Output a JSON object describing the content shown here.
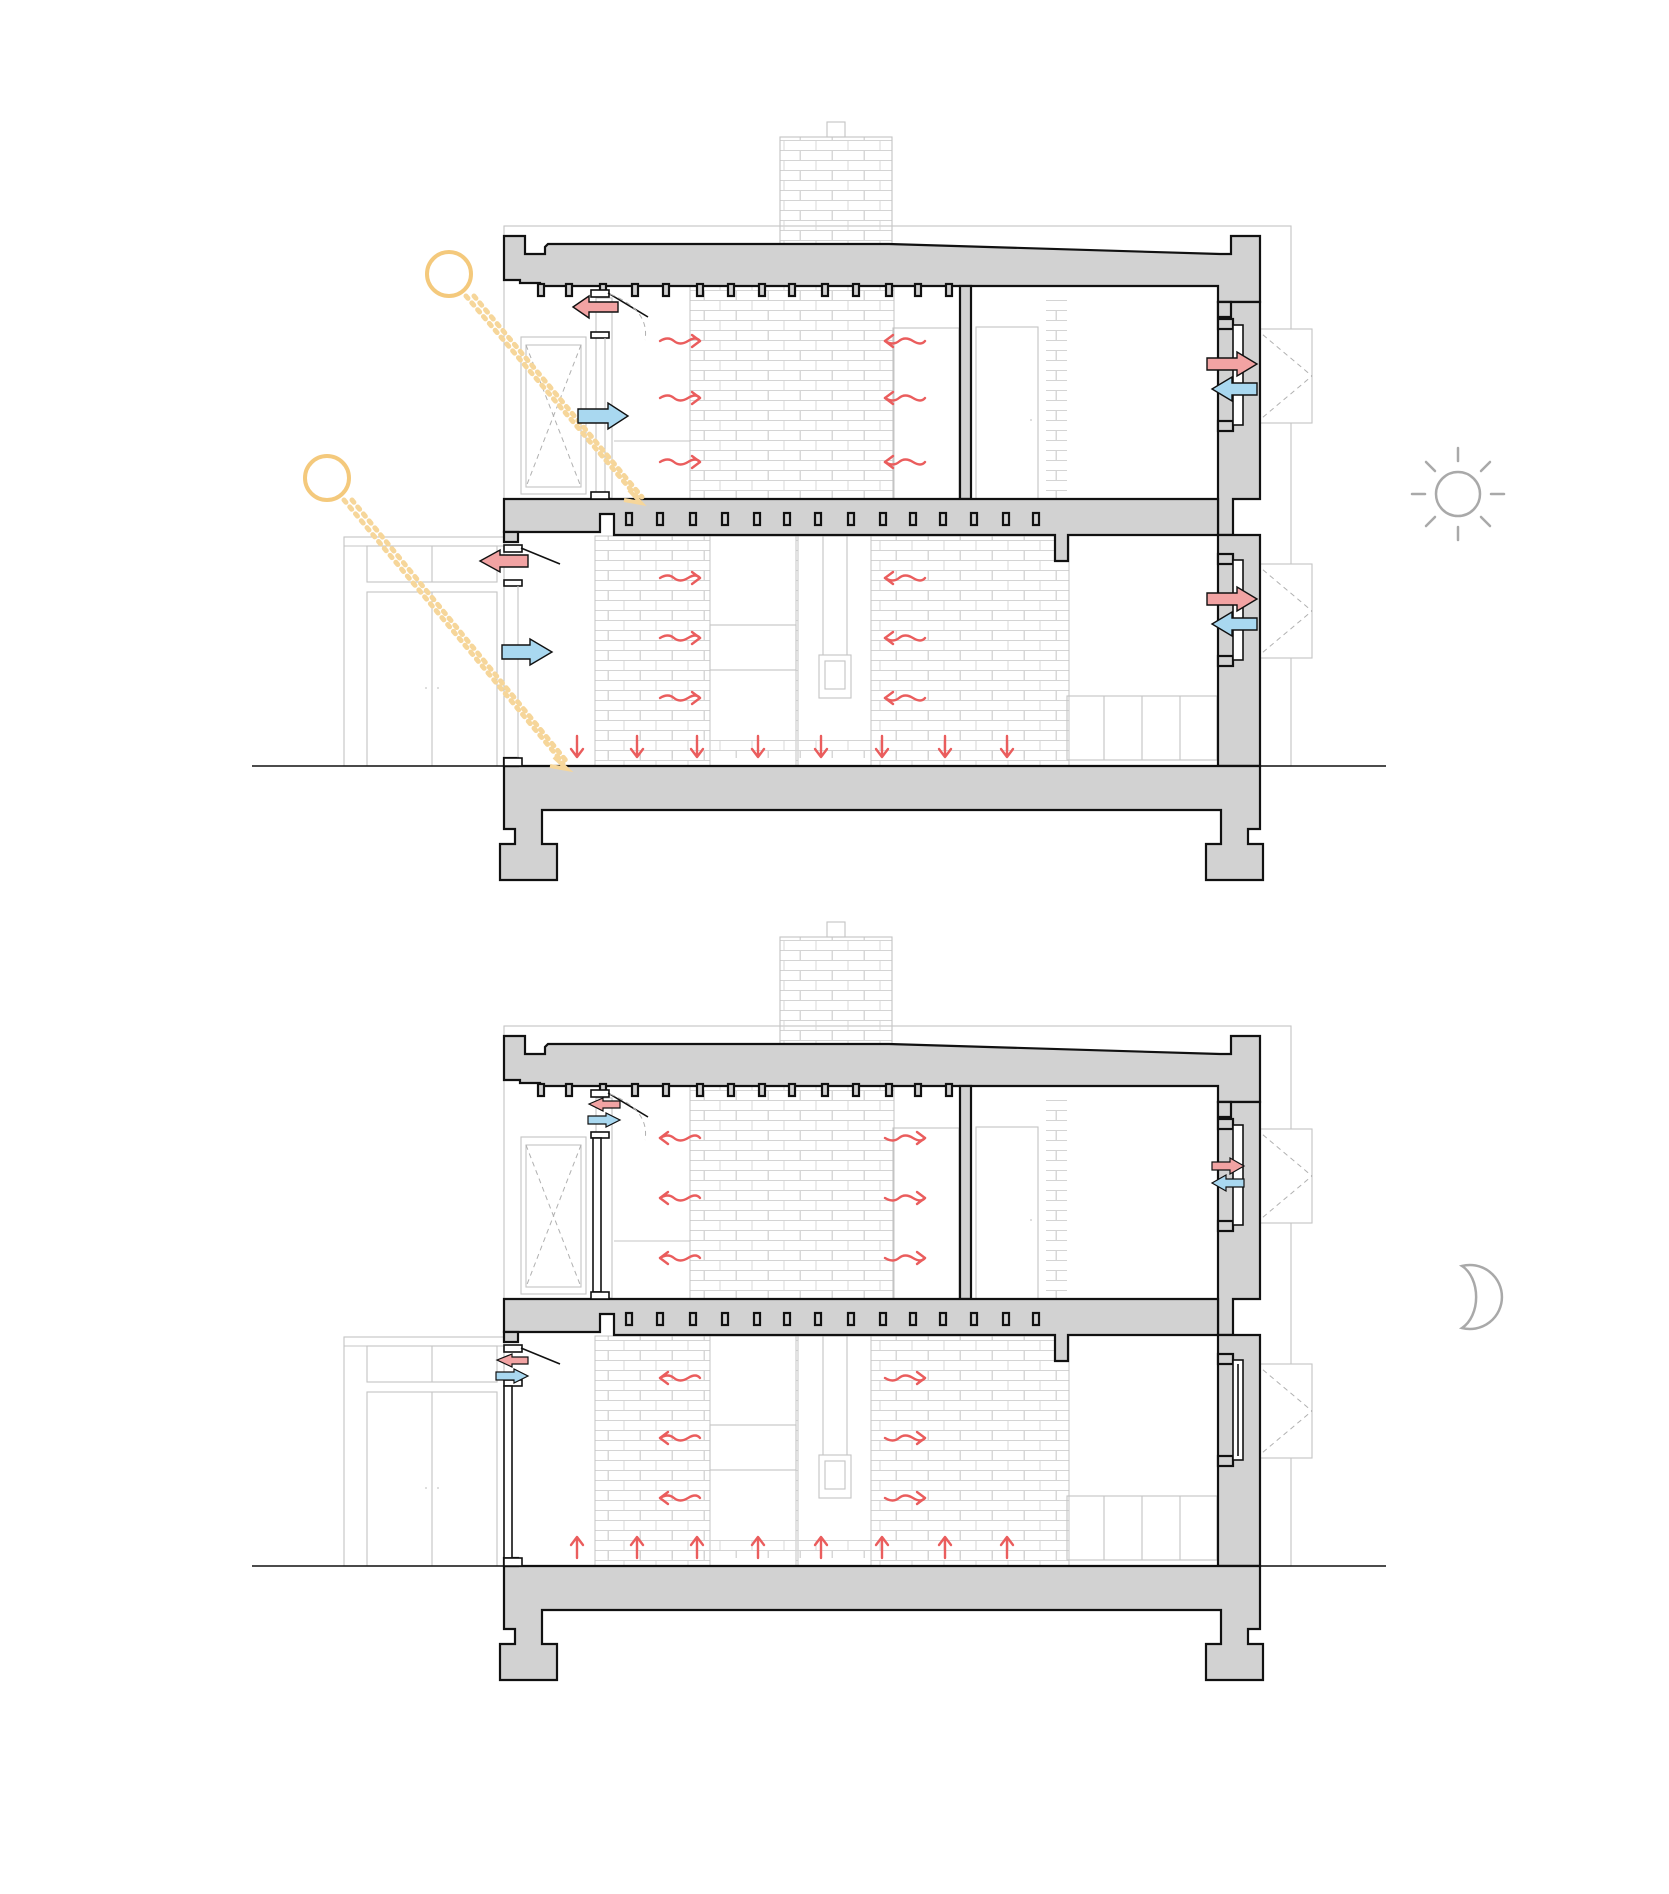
{
  "diagram": {
    "kind": "building-section-ventilation",
    "colors": {
      "structure": "#d2d2d2",
      "outline": "#111111",
      "warm_air": "#f2a3a3",
      "cool_air": "#a9d8f0",
      "heat_flow": "#ea5d5d",
      "sunlight": "#f4c97c",
      "icon": "#a9a9a9",
      "detail_lines": "#c4c4c4"
    },
    "sections": [
      {
        "id": "day",
        "icon": "sun-icon",
        "low_sun_icons": [
          "sun-circle-icon",
          "sun-circle-icon"
        ],
        "heat_flow_direction": "out-of-masonry-and-down"
      },
      {
        "id": "night",
        "icon": "moon-icon",
        "heat_flow_direction": "into-rooms-and-up"
      }
    ]
  }
}
